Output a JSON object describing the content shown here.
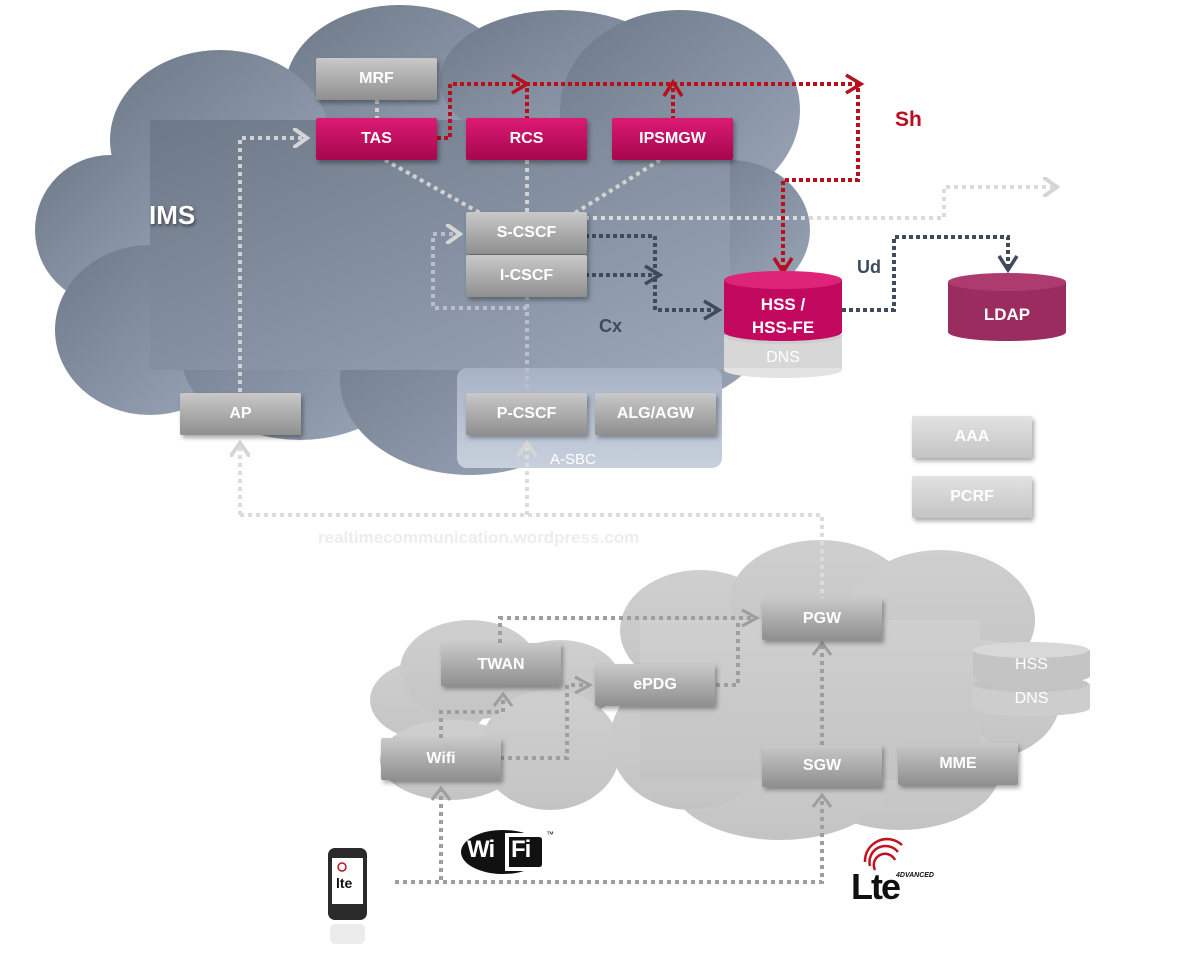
{
  "ims_cloud": {
    "label": "IMS"
  },
  "ims_nodes": {
    "mrf": "MRF",
    "tas": "TAS",
    "rcs": "RCS",
    "ipsmgw": "IPSMGW",
    "scscf": "S-CSCF",
    "icscf": "I-CSCF",
    "pcscf": "P-CSCF",
    "alg_agw": "ALG/AGW",
    "ap": "AP",
    "asbc": "A-SBC"
  },
  "core_nodes": {
    "hss_line1": "HSS /",
    "hss_line2": "HSS-FE",
    "dns": "DNS",
    "ldap": "LDAP",
    "aaa": "AAA",
    "pcrf": "PCRF"
  },
  "interfaces": {
    "sh": "Sh",
    "ud": "Ud",
    "cx": "Cx"
  },
  "access_nodes": {
    "pgw": "PGW",
    "twan": "TWAN",
    "epdg": "ePDG",
    "wifi": "Wifi",
    "sgw": "SGW",
    "mme": "MME",
    "hss": "HSS",
    "dns": "DNS"
  },
  "watermark": "realtimecommunication.wordpress.com",
  "logos": {
    "wifi": {
      "left": "Wi",
      "right": "Fi",
      "tm": "™"
    },
    "lte": {
      "text": "Lte",
      "sub": "4DVANCED"
    },
    "phone_screen": "lte"
  },
  "colors": {
    "ims_cloud": "#7f8ca0",
    "access_cloud": "#c9c9c9",
    "magenta": "#c8095f",
    "sh_red": "#b80f1c",
    "dark_link": "#3f4a5c",
    "ldap": "#9b2c5f"
  }
}
